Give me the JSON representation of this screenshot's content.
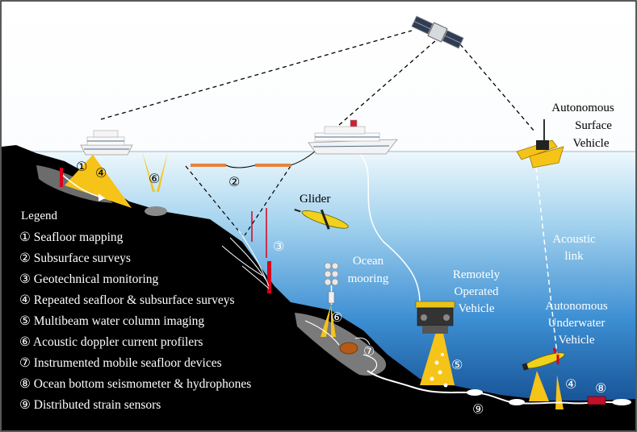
{
  "legend": {
    "title": "Legend",
    "items": [
      "① Seafloor mapping",
      "② Subsurface surveys",
      "③ Geotechnical monitoring",
      "④ Repeated seafloor & subsurface surveys",
      "⑤ Multibeam water column imaging",
      "⑥ Acoustic doppler current profilers",
      "⑦ Instrumented mobile seafloor devices",
      "⑧ Ocean bottom seismometer & hydrophones",
      "⑨ Distributed strain sensors"
    ]
  },
  "labels": {
    "asv": [
      "Autonomous",
      "Surface",
      "Vehicle"
    ],
    "glider": "Glider",
    "acoustic_link": [
      "Acoustic",
      "link"
    ],
    "ocean_mooring": [
      "Ocean",
      "mooring"
    ],
    "rov": [
      "Remotely",
      "Operated",
      "Vehicle"
    ],
    "auv": [
      "Autonomous",
      "Underwater",
      "Vehicle"
    ]
  },
  "markers": {
    "m1": "①",
    "m2": "②",
    "m3": "③",
    "m4": "④",
    "m5": "⑤",
    "m6": "⑥",
    "m7": "⑦",
    "m8": "⑧",
    "m9": "⑨"
  },
  "colors": {
    "ocean_top": "#eef8fc",
    "ocean_mid": "#4aa0dc",
    "ocean_bottom": "#0a3f82",
    "seafloor": "#000000",
    "sonar_cone": "#f6c318",
    "strain_cable": "#ffffff",
    "subsurface_streamer": "#e8823a",
    "geotech_probe": "#d9001b"
  },
  "icons": {
    "satellite": "satellite-icon",
    "cruise_ship_left": "ship-icon",
    "cruise_ship_center": "ship-icon",
    "asv": "surface-vehicle-icon",
    "glider": "glider-icon",
    "rov": "rov-icon",
    "auv": "auv-icon",
    "mooring": "mooring-buoys-icon",
    "seismometer": "seismometer-icon"
  }
}
